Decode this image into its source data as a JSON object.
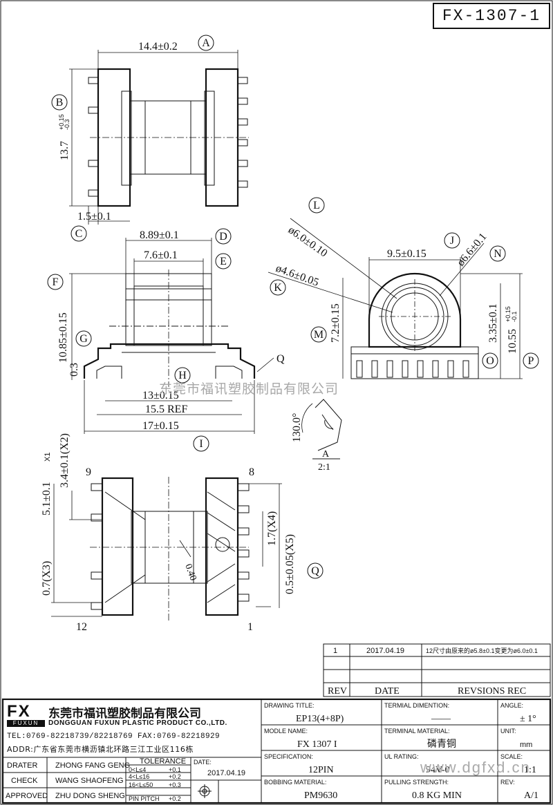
{
  "drawing_number": "FX-1307-1",
  "watermark": {
    "company_cn": "东莞市福讯塑胶制品有限公司",
    "url": "www.dgfxd.cn"
  },
  "top_view": {
    "dim_a": "14.4±0.2",
    "dim_b": "13.7",
    "dim_b_tol_upper": "+0.15",
    "dim_b_tol_lower": "-0.3",
    "dim_c": "1.5±0.1"
  },
  "front_view": {
    "dim_d": "8.89±0.1",
    "dim_e": "7.6±0.1",
    "dim_f": "10.85±0.15",
    "dim_g": "0.3",
    "dim_h": "13±0.15",
    "dim_ref": "15.5 REF",
    "dim_i": "17±0.15",
    "label_q": "Q"
  },
  "side_view": {
    "dim_l": "ø6.0±0.10",
    "dim_k": "ø4.6±0.05",
    "dim_j": "9.5±0.15",
    "dim_n": "ø6.6±0.1",
    "dim_m": "7.2±0.15",
    "dim_o": "3.35±0.1",
    "dim_p": "10.55",
    "dim_p_tol_upper": "+0.15",
    "dim_p_tol_lower": "-0.1"
  },
  "detail_a": {
    "angle": "130.0°",
    "label": "A",
    "scale": "2:1"
  },
  "bottom_view": {
    "pin_9": "9",
    "pin_8": "8",
    "pin_12": "12",
    "pin_1": "1",
    "dim_x1": "5.1±0.1",
    "dim_x1_tag": "X1",
    "dim_x2": "3.4±0.1(X2)",
    "dim_x3": "0.7(X3)",
    "dim_x4": "1.7(X4)",
    "dim_x5": "0.5±0.05(X5)",
    "dim_pin": "0.40"
  },
  "balloons": [
    "A",
    "B",
    "C",
    "D",
    "E",
    "F",
    "G",
    "H",
    "I",
    "J",
    "K",
    "L",
    "M",
    "N",
    "O",
    "P",
    "Q"
  ],
  "revision_table": {
    "rows": [
      {
        "rev": "1",
        "date": "2017.04.19",
        "rec": "12尺寸由原来的ø5.8±0.1变更为ø6.0±0.1"
      },
      {
        "rev": "",
        "date": "",
        "rec": ""
      },
      {
        "rev": "",
        "date": "",
        "rec": ""
      }
    ],
    "headers": {
      "rev": "REV",
      "date": "DATE",
      "rec": "REVSIONS REC"
    }
  },
  "title_block": {
    "logo": "FX",
    "logo_sub": "FUXUN",
    "company_cn": "东莞市福讯塑胶制品有限公司",
    "company_en": "DONGGUAN FUXUN PLASTIC PRODUCT CO.,LTD.",
    "tel": "TEL:0769-82218739/82218769 FAX:0769-82218929",
    "addr": "ADDR:广东省东莞市横沥镇北环路三江工业区116栋",
    "drater_label": "DRATER",
    "drater": "ZHONG FANG GENG",
    "check_label": "CHECK",
    "check": "WANG SHAOFENG",
    "approved_label": "APPROVED",
    "approved": "ZHU DONG SHENG",
    "tolerance_label": "TOLERANCE",
    "tolerance_rows": [
      {
        "range": "0<L≤4",
        "tol": "+0.1"
      },
      {
        "range": "4<L≤16",
        "tol": "+0.2"
      },
      {
        "range": "16<L≤50",
        "tol": "+0.3"
      },
      {
        "range": "PIN PITCH",
        "tol": "+0.2"
      }
    ],
    "date_label": "DATE:",
    "date": "2017.04.19",
    "drawing_title_label": "DRAWING TITLE:",
    "drawing_title": "EP13(4+8P)",
    "model_name_label": "MODLE NAME:",
    "model_name": "FX 1307 I",
    "specification_label": "SPECIFICATION:",
    "specification": "12PIN",
    "bobbin_material_label": "BOBBING MATERIAL:",
    "bobbin_material": "PM9630",
    "terminal_dimention_label": "TERMIAL DIMENTION:",
    "terminal_dimention": "——",
    "terminal_material_label": "TERMINAL MATERIAL:",
    "terminal_material": "磷青铜",
    "ul_rating_label": "UL RATING:",
    "ul_rating": "94V-0",
    "pulling_strength_label": "PULLING STRENGTH:",
    "pulling_strength": "0.8 KG MIN",
    "angle_label": "ANGLE:",
    "angle": "± 1°",
    "unit_label": "UNIT:",
    "unit": "mm",
    "scale_label": "SCALE:",
    "scale": "1:1",
    "rev_label": "REV:",
    "rev": "A/1"
  }
}
